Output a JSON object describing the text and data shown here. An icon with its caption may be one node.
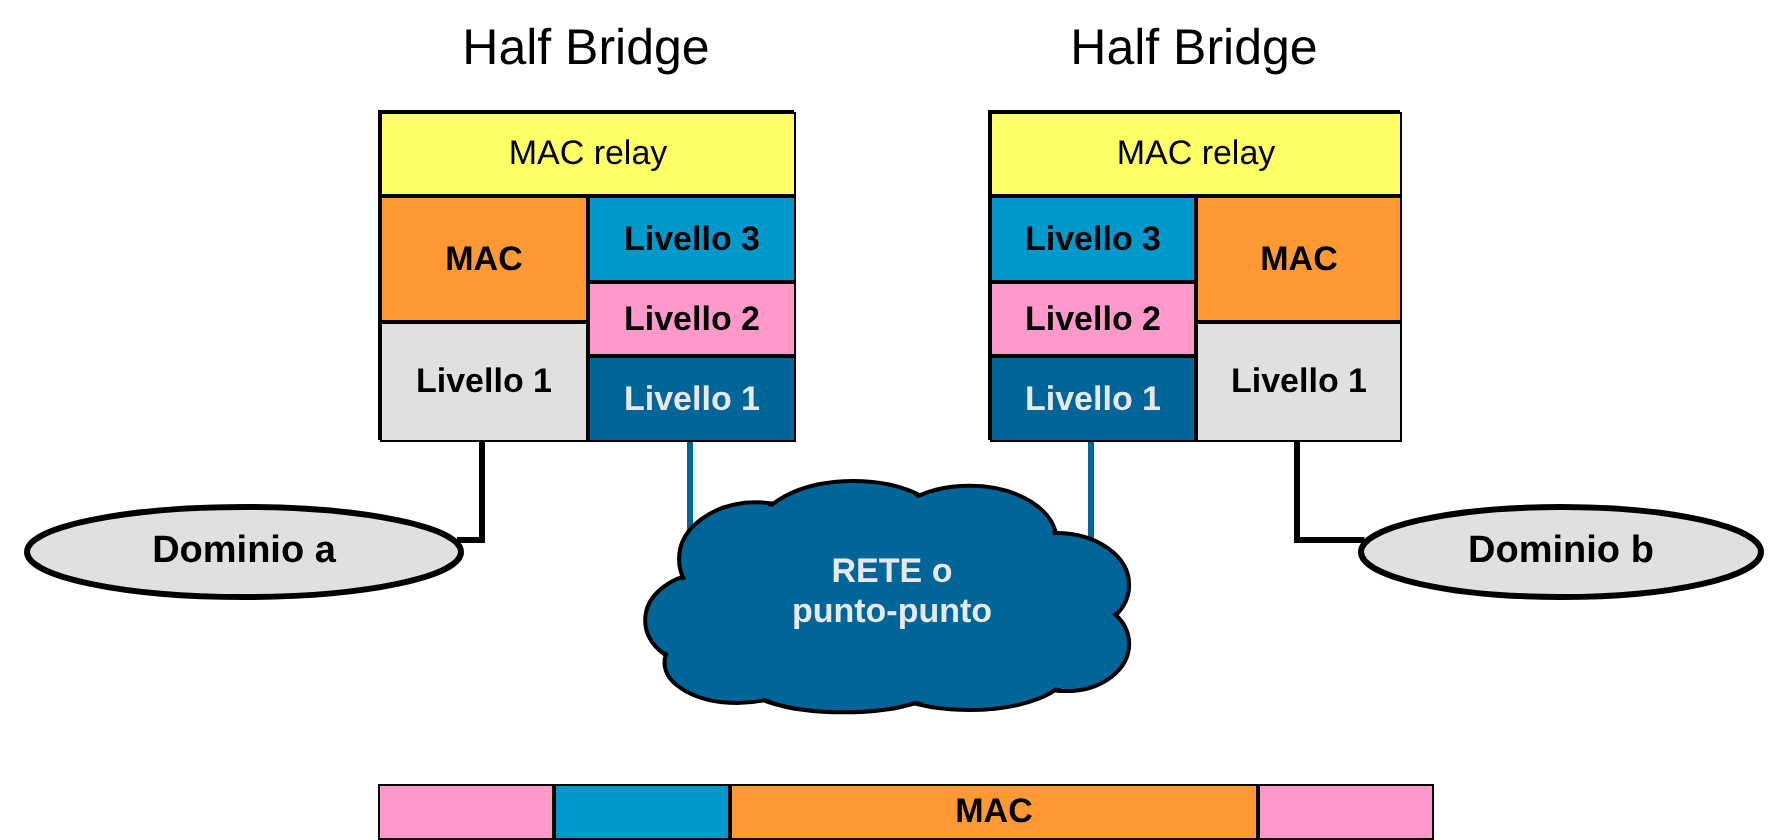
{
  "diagram": {
    "nodes": [
      {
        "text": [
          "Half Bridge"
        ]
      },
      {
        "text": [
          "MAC relay"
        ],
        "in": 0
      },
      {
        "text": [
          "MAC"
        ],
        "in": 0
      },
      {
        "text": [
          "Livello 3"
        ],
        "in": 0
      },
      {
        "text": [
          "Livello 2"
        ],
        "in": 0
      },
      {
        "text": [
          "Livello 1"
        ],
        "in": 0
      },
      {
        "text": [
          "Livello 1"
        ],
        "in": 0
      },
      {
        "text": [
          "Half Bridge"
        ]
      },
      {
        "text": [
          "MAC relay"
        ],
        "in": 7
      },
      {
        "text": [
          "Livello 3"
        ],
        "in": 7
      },
      {
        "text": [
          "MAC"
        ],
        "in": 7
      },
      {
        "text": [
          "Livello 2"
        ],
        "in": 7
      },
      {
        "text": [
          "Livello 1"
        ],
        "in": 7
      },
      {
        "text": [
          "Livello 1"
        ],
        "in": 7
      },
      {
        "text": [
          "Dominio a"
        ]
      },
      {
        "text": [
          "RETE o punto-punto"
        ]
      },
      {
        "text": [
          "Dominio b"
        ]
      },
      {
        "text": [],
        "shape": "box"
      },
      {
        "text": [],
        "shape": "box"
      },
      {
        "text": [
          "MAC"
        ]
      },
      {
        "text": [],
        "shape": "box"
      }
    ],
    "edges": [
      {
        "from": 5,
        "to": 14,
        "arrow": "none"
      },
      {
        "from": 6,
        "to": 15,
        "arrow": "none",
        "color": "#006699"
      },
      {
        "from": 12,
        "to": 15,
        "arrow": "none",
        "color": "#006699"
      },
      {
        "from": 13,
        "to": 16,
        "arrow": "none"
      }
    ]
  }
}
